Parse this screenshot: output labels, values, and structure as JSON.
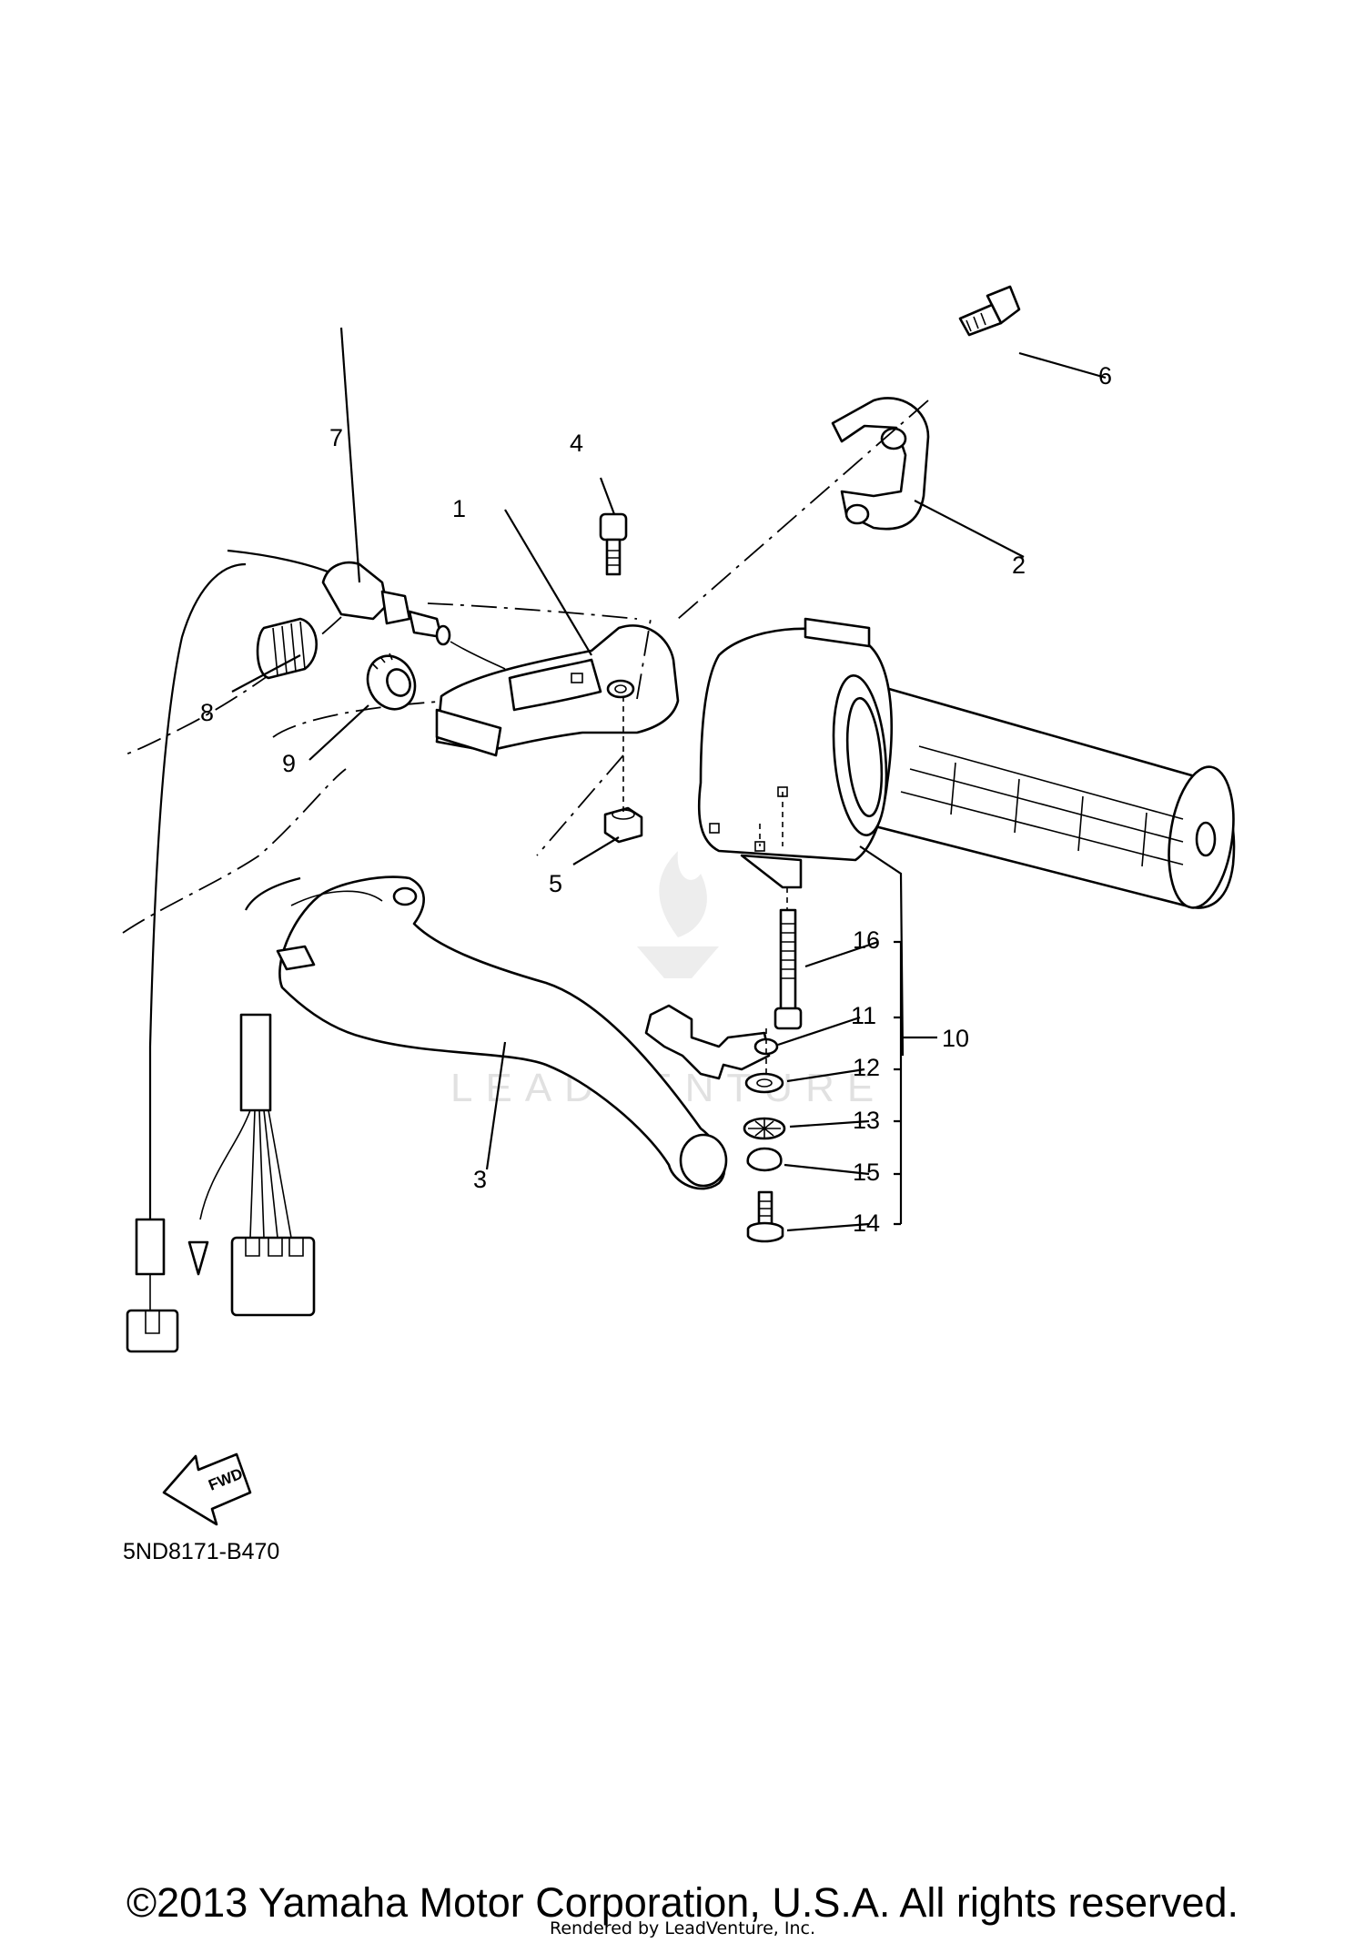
{
  "diagram": {
    "callouts": [
      "1",
      "2",
      "3",
      "4",
      "5",
      "6",
      "7",
      "8",
      "9",
      "10",
      "11",
      "12",
      "13",
      "14",
      "15",
      "16"
    ],
    "diagram_code": "5ND8171-B470",
    "fwd_label": "FWD",
    "watermark_text": "LEADVENTURE"
  },
  "footer": {
    "copyright": "©2013 Yamaha Motor Corporation, U.S.A. All rights reserved.",
    "rendered_by": "Rendered by LeadVenture, Inc."
  },
  "icons": {
    "fwd_arrow": "fwd-arrow-icon",
    "watermark": "flame-logo-icon"
  }
}
